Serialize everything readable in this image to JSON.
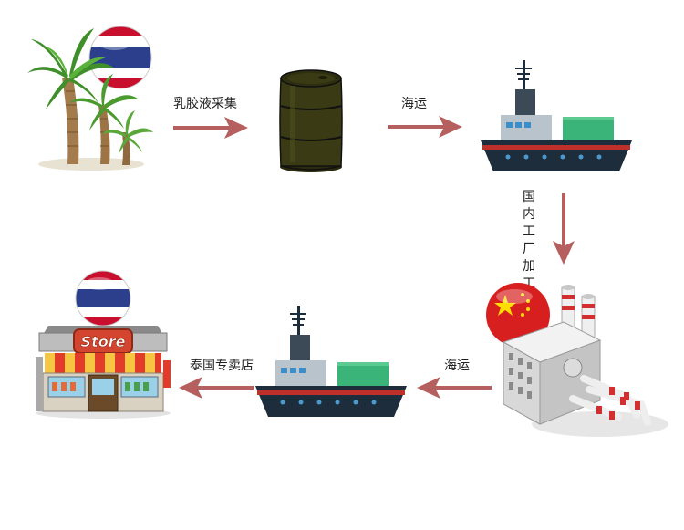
{
  "steps": {
    "latex_collection": "乳胶液采集",
    "shipping_1": "海运",
    "domestic_processing": "国内工厂加工",
    "shipping_2": "海运",
    "thai_store": "泰国专卖店"
  },
  "store_sign_text": "Store",
  "icons": [
    "palm-trees-icon",
    "thailand-flag-icon",
    "oil-barrel-icon",
    "cargo-ship-icon",
    "china-flag-icon",
    "factory-icon",
    "storefront-icon"
  ],
  "colors": {
    "arrow": "#b5605e",
    "ship_hull": "#1e2d3b",
    "ship_stripe": "#c0302b",
    "barrel": "#3a3b14",
    "container": "#3bb47a"
  }
}
